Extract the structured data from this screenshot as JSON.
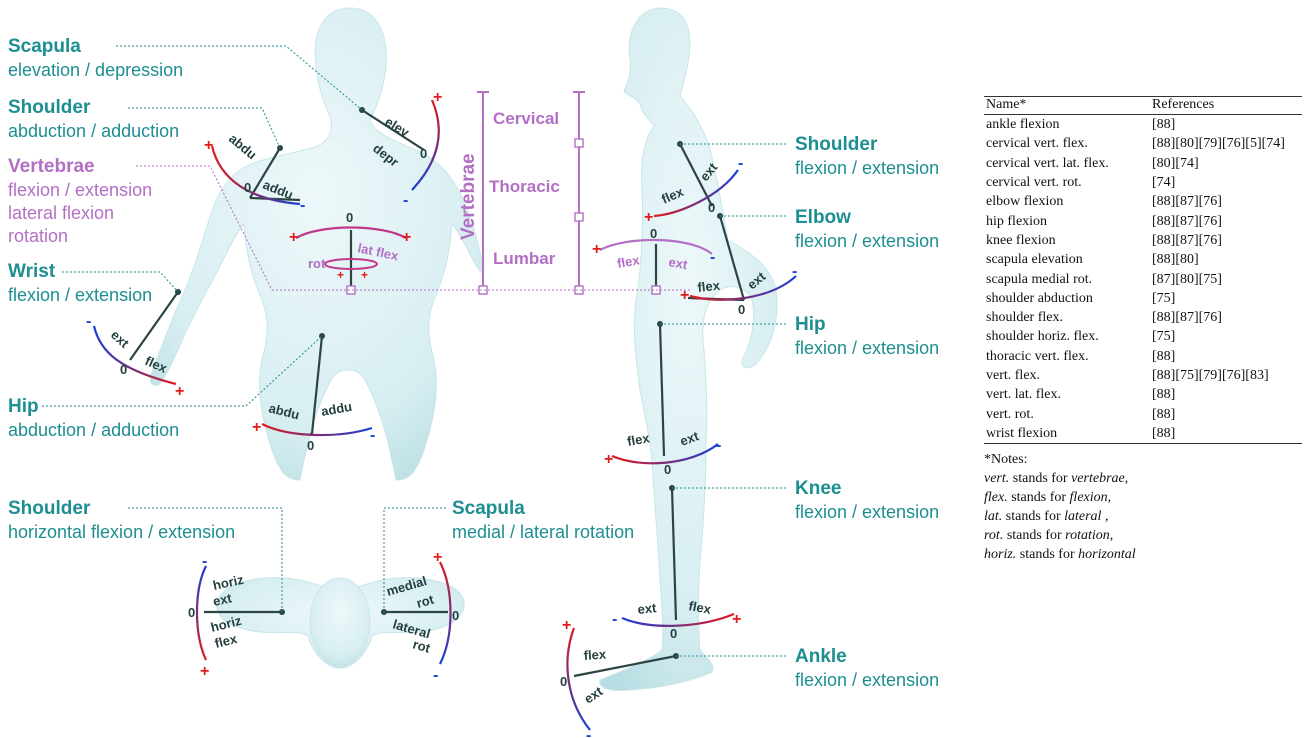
{
  "labels": {
    "scapula_top": {
      "title": "Scapula",
      "sub": "elevation / depression"
    },
    "shoulder_front": {
      "title": "Shoulder",
      "sub": "abduction / adduction"
    },
    "vertebrae_left": {
      "title": "Vertebrae",
      "sub1": "flexion / extension",
      "sub2": "lateral flexion",
      "sub3": "rotation"
    },
    "wrist": {
      "title": "Wrist",
      "sub": "flexion / extension"
    },
    "hip_front": {
      "title": "Hip",
      "sub": "abduction / adduction"
    },
    "shoulder_horiz": {
      "title": "Shoulder",
      "sub": "horizontal flexion / extension"
    },
    "scapula_rot": {
      "title": "Scapula",
      "sub": "medial / lateral rotation"
    },
    "shoulder_side": {
      "title": "Shoulder",
      "sub": "flexion / extension"
    },
    "elbow": {
      "title": "Elbow",
      "sub": "flexion / extension"
    },
    "hip_side": {
      "title": "Hip",
      "sub": "flexion / extension"
    },
    "knee": {
      "title": "Knee",
      "sub": "flexion / extension"
    },
    "ankle": {
      "title": "Ankle",
      "sub": "flexion / extension"
    }
  },
  "vertebrae_scale": {
    "main": "Vertebrae",
    "segments": [
      "Cervical",
      "Thoracic",
      "Lumbar"
    ]
  },
  "arc_labels": {
    "elev": "elev",
    "depr": "depr",
    "abdu": "abdu",
    "addu": "addu",
    "lat_flex": "lat flex",
    "rot": "rot",
    "ext": "ext",
    "flex": "flex",
    "horiz": "horiz",
    "medial": "medial",
    "lateral": "lateral",
    "zero": "0",
    "plus": "+",
    "minus": "-"
  },
  "table": {
    "headers": [
      "Name*",
      "References"
    ],
    "rows": [
      [
        "ankle flexion",
        "[88]"
      ],
      [
        "cervical vert. flex.",
        "[88][80][79][76][5][74]"
      ],
      [
        "cervical vert. lat. flex.",
        "[80][74]"
      ],
      [
        "cervical vert. rot.",
        "[74]"
      ],
      [
        "elbow flexion",
        "[88][87][76]"
      ],
      [
        "hip flexion",
        "[88][87][76]"
      ],
      [
        "knee flexion",
        "[88][87][76]"
      ],
      [
        "scapula elevation",
        "[88][80]"
      ],
      [
        "scapula medial rot.",
        "[87][80][75]"
      ],
      [
        "shoulder abduction",
        "[75]"
      ],
      [
        "shoulder flex.",
        "[88][87][76]"
      ],
      [
        "shoulder horiz. flex.",
        "[75]"
      ],
      [
        "thoracic vert. flex.",
        "[88]"
      ],
      [
        "vert. flex.",
        "[88][75][79][76][83]"
      ],
      [
        "vert. lat. flex.",
        "[88]"
      ],
      [
        "vert. rot.",
        "[88]"
      ],
      [
        "wrist flexion",
        "[88]"
      ]
    ],
    "notes_title": "*Notes:",
    "notes": [
      {
        "abbr": "vert.",
        "text": " stands for ",
        "full": "vertebrae",
        "end": ","
      },
      {
        "abbr": "flex.",
        "text": " stands for ",
        "full": "flexion",
        "end": ","
      },
      {
        "abbr": "lat.",
        "text": " stands for ",
        "full": "lateral",
        "end": " ,"
      },
      {
        "abbr": "rot.",
        "text": " stands for ",
        "full": "rotation",
        "end": ","
      },
      {
        "abbr": "horiz.",
        "text": " stands for ",
        "full": "horizontal",
        "end": ""
      }
    ]
  },
  "colors": {
    "teal": "#1d8e91",
    "purple": "#b36fc4",
    "plus_red": "#e01b1b",
    "minus_blue": "#1a3fd6",
    "body": "#dff1f3"
  }
}
